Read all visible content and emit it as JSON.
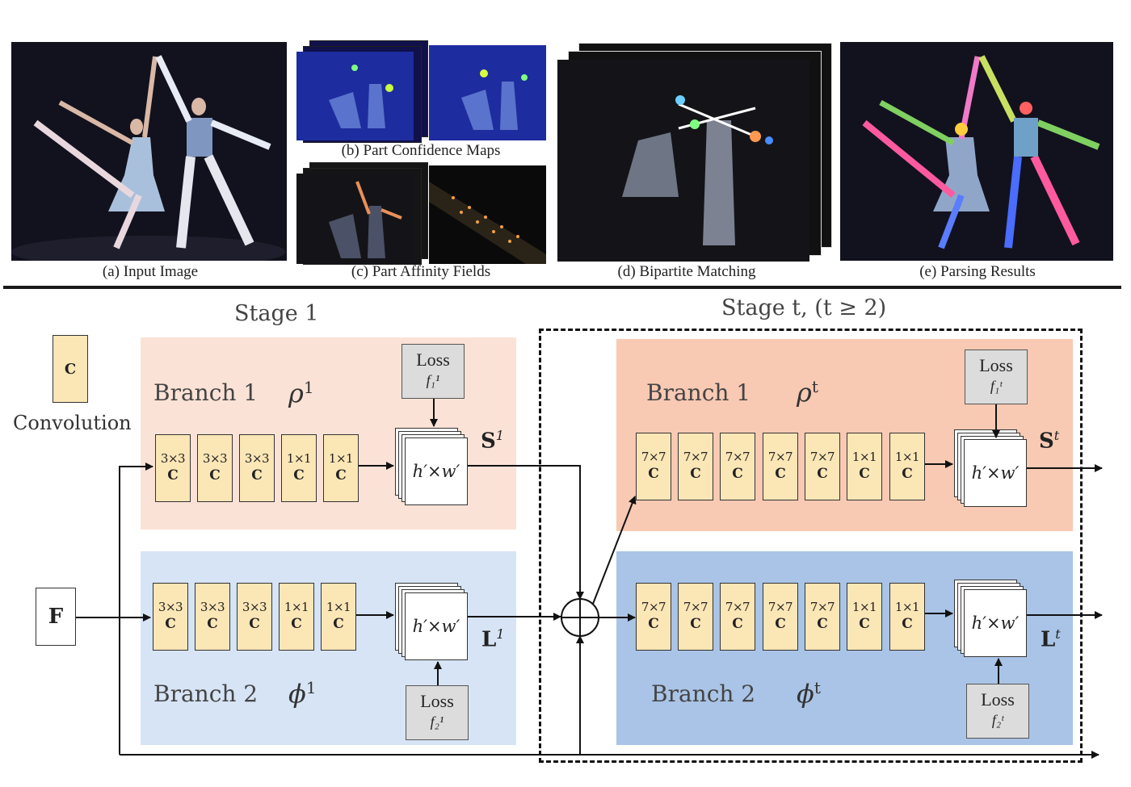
{
  "captions": {
    "a": "(a) Input Image",
    "b": "(b) Part Confidence Maps",
    "c": "(c) Part Affinity Fields",
    "d": "(d) Bipartite Matching",
    "e": "(e) Parsing Results"
  },
  "legend": {
    "box": "C",
    "label": "Convolution"
  },
  "stage1": {
    "title": "Stage 1",
    "branch1": {
      "label": "Branch 1",
      "symbol": "ρ",
      "sup": "1",
      "output": "S",
      "output_sup": "1",
      "loss": "Loss",
      "loss_fn": "f₁¹"
    },
    "branch2": {
      "label": "Branch 2",
      "symbol": "ϕ",
      "sup": "1",
      "output": "L",
      "output_sup": "1",
      "loss": "Loss",
      "loss_fn": "f₂¹"
    },
    "convs": [
      {
        "k": "3×3",
        "c": "C"
      },
      {
        "k": "3×3",
        "c": "C"
      },
      {
        "k": "3×3",
        "c": "C"
      },
      {
        "k": "1×1",
        "c": "C"
      },
      {
        "k": "1×1",
        "c": "C"
      }
    ]
  },
  "staget": {
    "title": "Stage t, (t ≥ 2)",
    "branch1": {
      "label": "Branch 1",
      "symbol": "ρ",
      "sup": "t",
      "output": "S",
      "output_sup": "t",
      "loss": "Loss",
      "loss_fn": "f₁ᵗ"
    },
    "branch2": {
      "label": "Branch 2",
      "symbol": "ϕ",
      "sup": "t",
      "output": "L",
      "output_sup": "t",
      "loss": "Loss",
      "loss_fn": "f₂ᵗ"
    },
    "convs": [
      {
        "k": "7×7",
        "c": "C"
      },
      {
        "k": "7×7",
        "c": "C"
      },
      {
        "k": "7×7",
        "c": "C"
      },
      {
        "k": "7×7",
        "c": "C"
      },
      {
        "k": "7×7",
        "c": "C"
      },
      {
        "k": "1×1",
        "c": "C"
      },
      {
        "k": "1×1",
        "c": "C"
      }
    ]
  },
  "feature_box": "F",
  "map_label": "h′×w′",
  "colors": {
    "branch1_stage1": "#fbe2d6",
    "branch2_stage1": "#d6e4f5",
    "branch1_staget": "#f8c9b3",
    "branch2_staget": "#a9c4e6",
    "conv_fill": "#fbe6b6",
    "loss_fill": "#dcdcdc"
  }
}
